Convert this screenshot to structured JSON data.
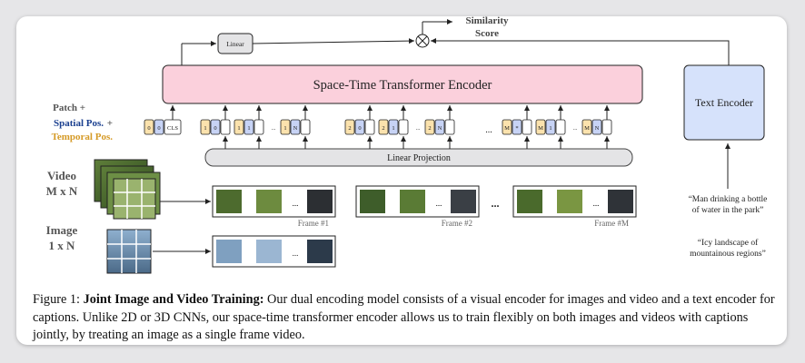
{
  "figure": {
    "similarity": [
      "Similarity",
      "Score"
    ],
    "linear_box": "Linear",
    "encoder_title": "Space-Time Transformer Encoder",
    "text_encoder": "Text Encoder",
    "linear_projection": "Linear Projection",
    "legend": {
      "patch": "Patch +",
      "spatial": "Spatial Pos.",
      "plus": "+",
      "temporal": "Temporal Pos."
    },
    "video_label": [
      "Video",
      "M x N"
    ],
    "image_label": [
      "Image",
      "1 x N"
    ],
    "frame_labels": [
      "Frame #1",
      "Frame #2",
      "Frame #M"
    ],
    "ellipsis": "...",
    "captions": [
      "“Man drinking a bottle",
      "of water in the park”",
      "“Icy landscape of",
      "mountainous regions”"
    ],
    "token_groups": [
      {
        "temporal": "0",
        "spatial": [
          "0",
          "0"
        ],
        "cls": "CLS"
      },
      {
        "temporal": "1",
        "spatial": [
          "0",
          "1",
          "N"
        ]
      },
      {
        "temporal": "2",
        "spatial": [
          "0",
          "1",
          "N"
        ]
      },
      {
        "temporal": "M",
        "spatial": [
          "0",
          "1",
          "N"
        ],
        "first_spatial": "*"
      }
    ],
    "colors": {
      "encoder_fill": "#fbd0dc",
      "text_encoder_fill": "#d6e2fb",
      "spatial": "#c7d3f5",
      "temporal": "#fbe2ad",
      "spatial_text": "#1a3f8f",
      "temporal_text": "#d59a26",
      "projection_fill": "#e4e4e6"
    }
  },
  "caption": {
    "prefix": "Figure 1: ",
    "bold": "Joint Image and Video Training:",
    "text": " Our dual encoding model consists of a visual encoder for images and video and a text encoder for captions. Unlike 2D or 3D CNNs, our space-time transformer encoder allows us to train flexibly on both images and videos with captions jointly, by treating an image as a single frame video."
  }
}
